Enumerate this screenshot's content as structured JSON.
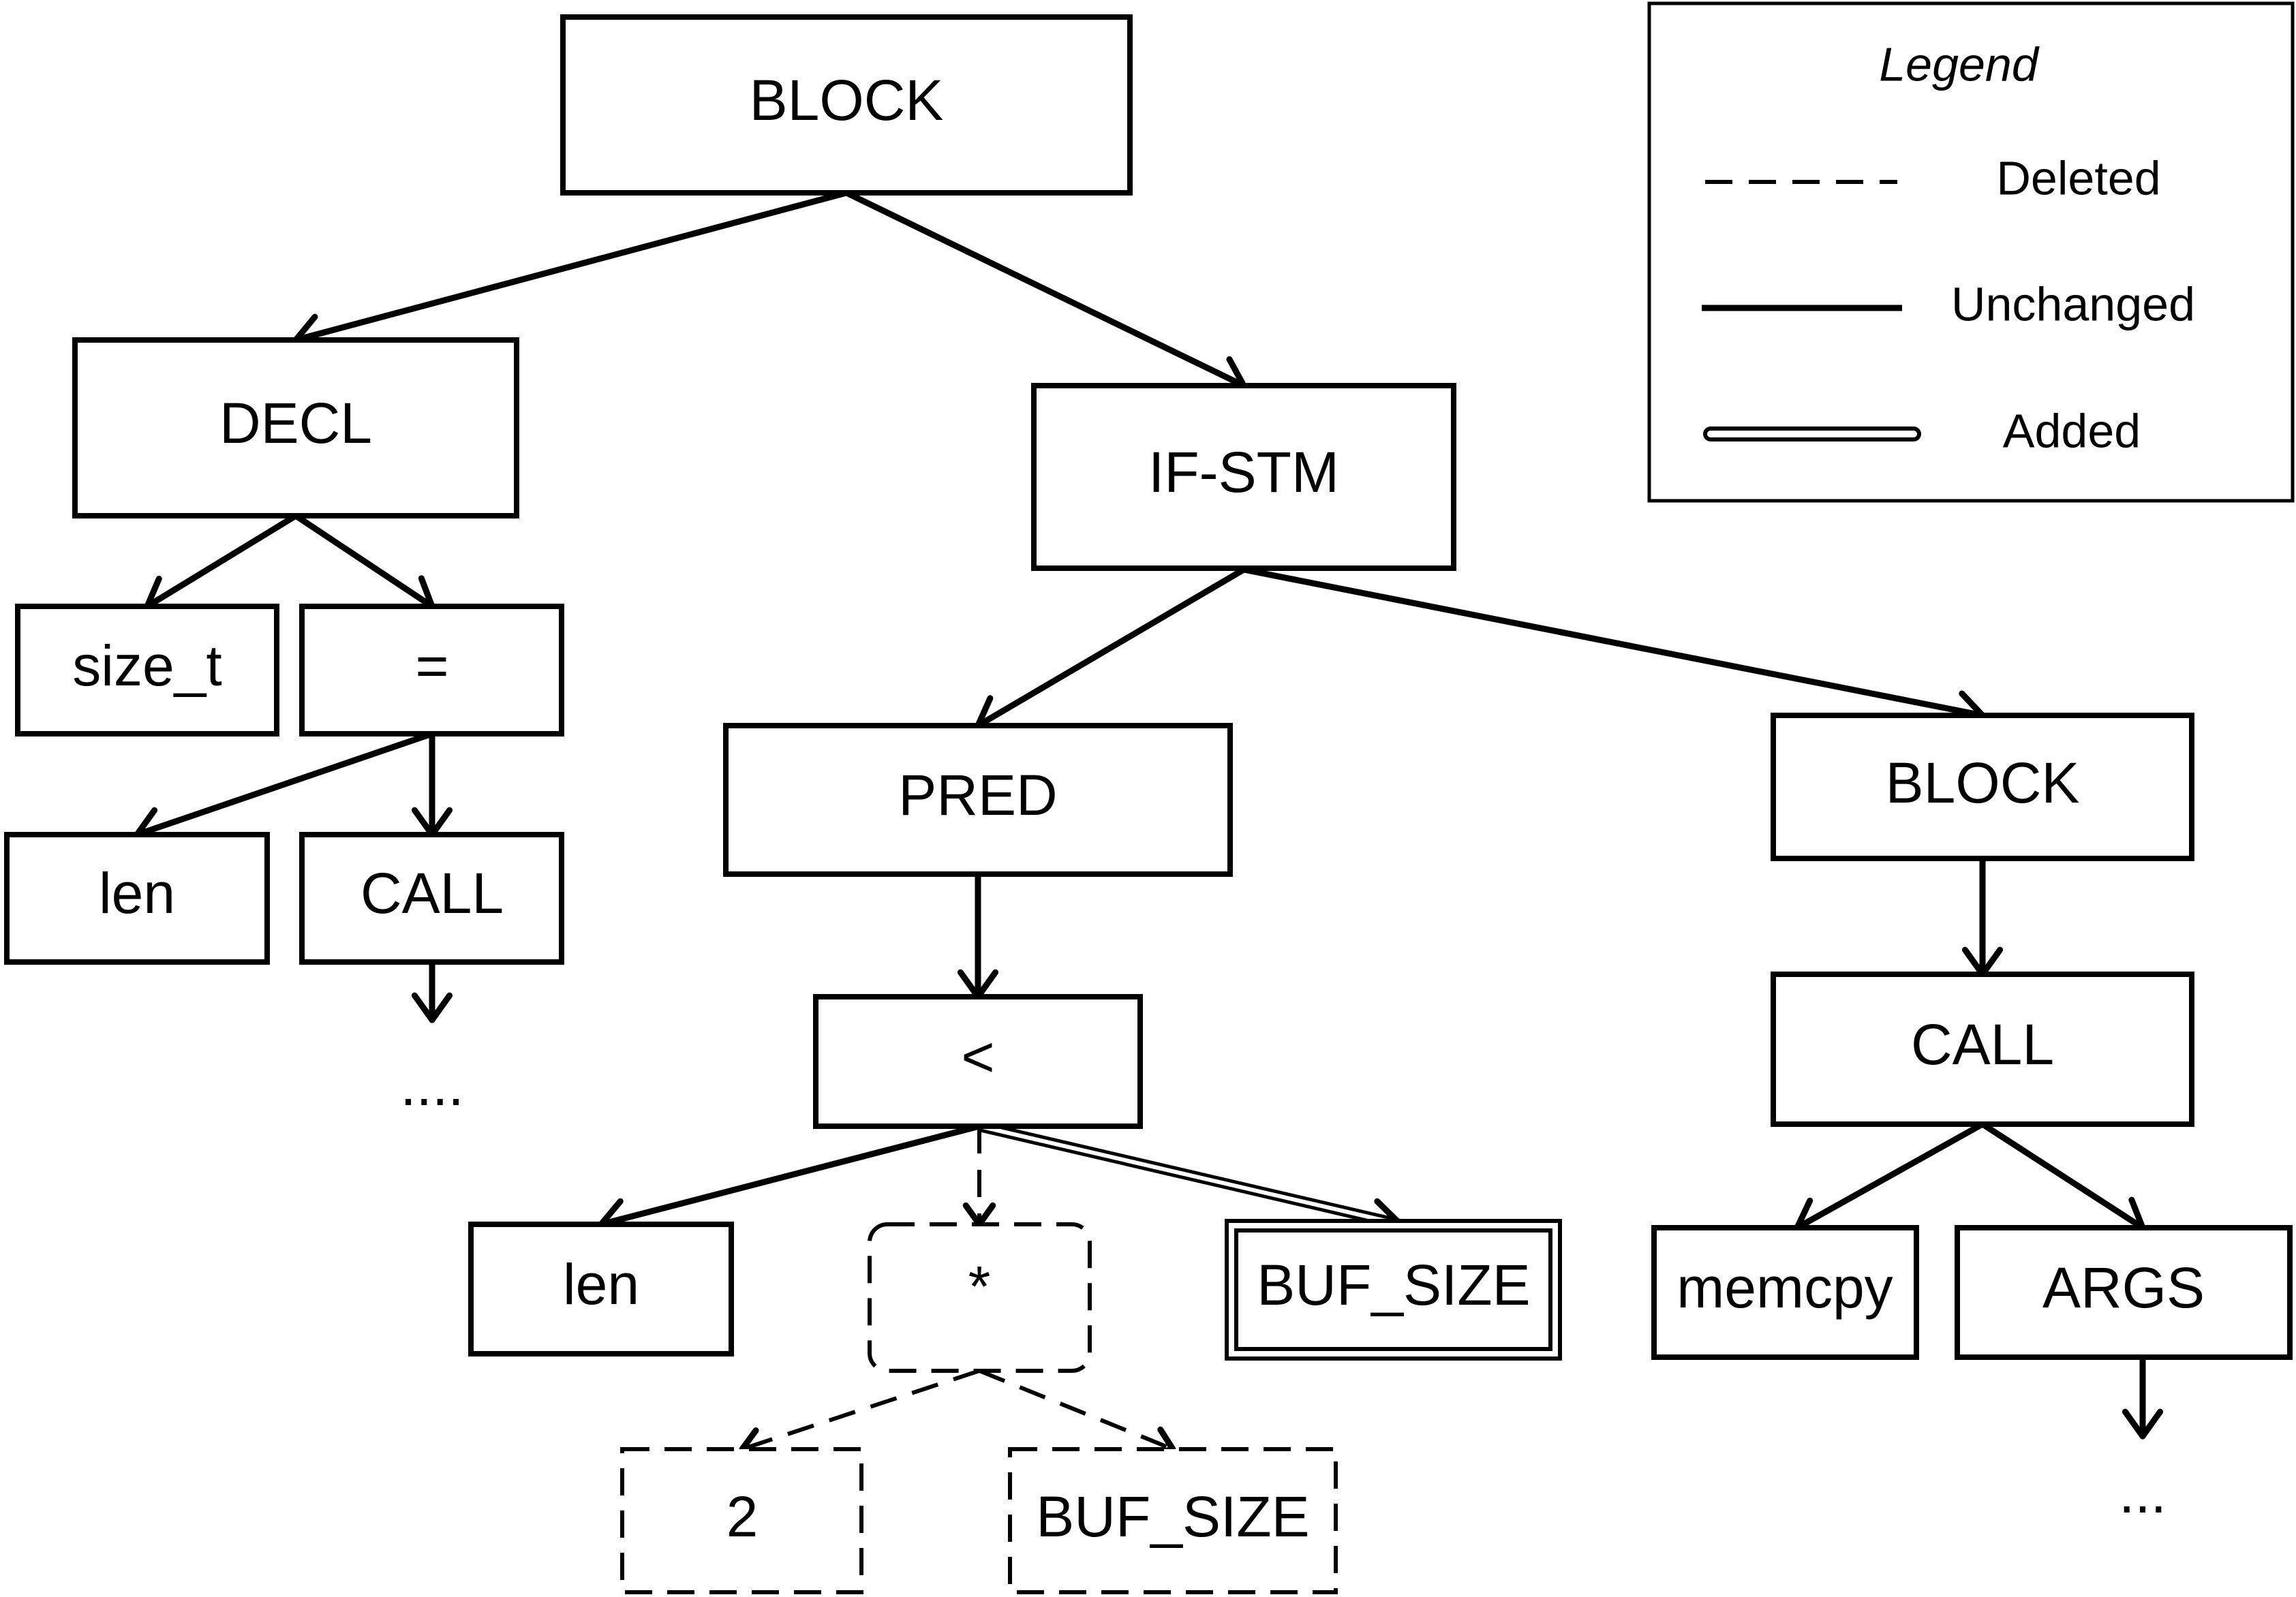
{
  "nodes": {
    "block_root": "BLOCK",
    "decl": "DECL",
    "if_stm": "IF-STM",
    "size_t": "size_t",
    "assign": "=",
    "len_left": "len",
    "call_left": "CALL",
    "ellipsis_left": "....",
    "pred": "PRED",
    "lt": "<",
    "len_mid": "len",
    "mul": "*",
    "buf_size_added": "BUF_SIZE",
    "two": "2",
    "buf_size_deleted": "BUF_SIZE",
    "block_right": "BLOCK",
    "call_right": "CALL",
    "memcpy": "memcpy",
    "args": "ARGS",
    "ellipsis_right": "..."
  },
  "legend": {
    "title": "Legend",
    "deleted": "Deleted",
    "unchanged": "Unchanged",
    "added": "Added"
  },
  "edges": [
    {
      "from": "block_root",
      "to": "decl",
      "kind": "unchanged"
    },
    {
      "from": "block_root",
      "to": "if_stm",
      "kind": "unchanged"
    },
    {
      "from": "decl",
      "to": "size_t",
      "kind": "unchanged"
    },
    {
      "from": "decl",
      "to": "assign",
      "kind": "unchanged"
    },
    {
      "from": "assign",
      "to": "len_left",
      "kind": "unchanged"
    },
    {
      "from": "assign",
      "to": "call_left",
      "kind": "unchanged"
    },
    {
      "from": "call_left",
      "to": "ellipsis_left",
      "kind": "unchanged"
    },
    {
      "from": "if_stm",
      "to": "pred",
      "kind": "unchanged"
    },
    {
      "from": "if_stm",
      "to": "block_right",
      "kind": "unchanged"
    },
    {
      "from": "pred",
      "to": "lt",
      "kind": "unchanged"
    },
    {
      "from": "lt",
      "to": "len_mid",
      "kind": "unchanged"
    },
    {
      "from": "lt",
      "to": "mul",
      "kind": "deleted"
    },
    {
      "from": "lt",
      "to": "buf_size_added",
      "kind": "added"
    },
    {
      "from": "mul",
      "to": "two",
      "kind": "deleted"
    },
    {
      "from": "mul",
      "to": "buf_size_deleted",
      "kind": "deleted"
    },
    {
      "from": "block_right",
      "to": "call_right",
      "kind": "unchanged"
    },
    {
      "from": "call_right",
      "to": "memcpy",
      "kind": "unchanged"
    },
    {
      "from": "call_right",
      "to": "args",
      "kind": "unchanged"
    },
    {
      "from": "args",
      "to": "ellipsis_right",
      "kind": "unchanged"
    }
  ]
}
